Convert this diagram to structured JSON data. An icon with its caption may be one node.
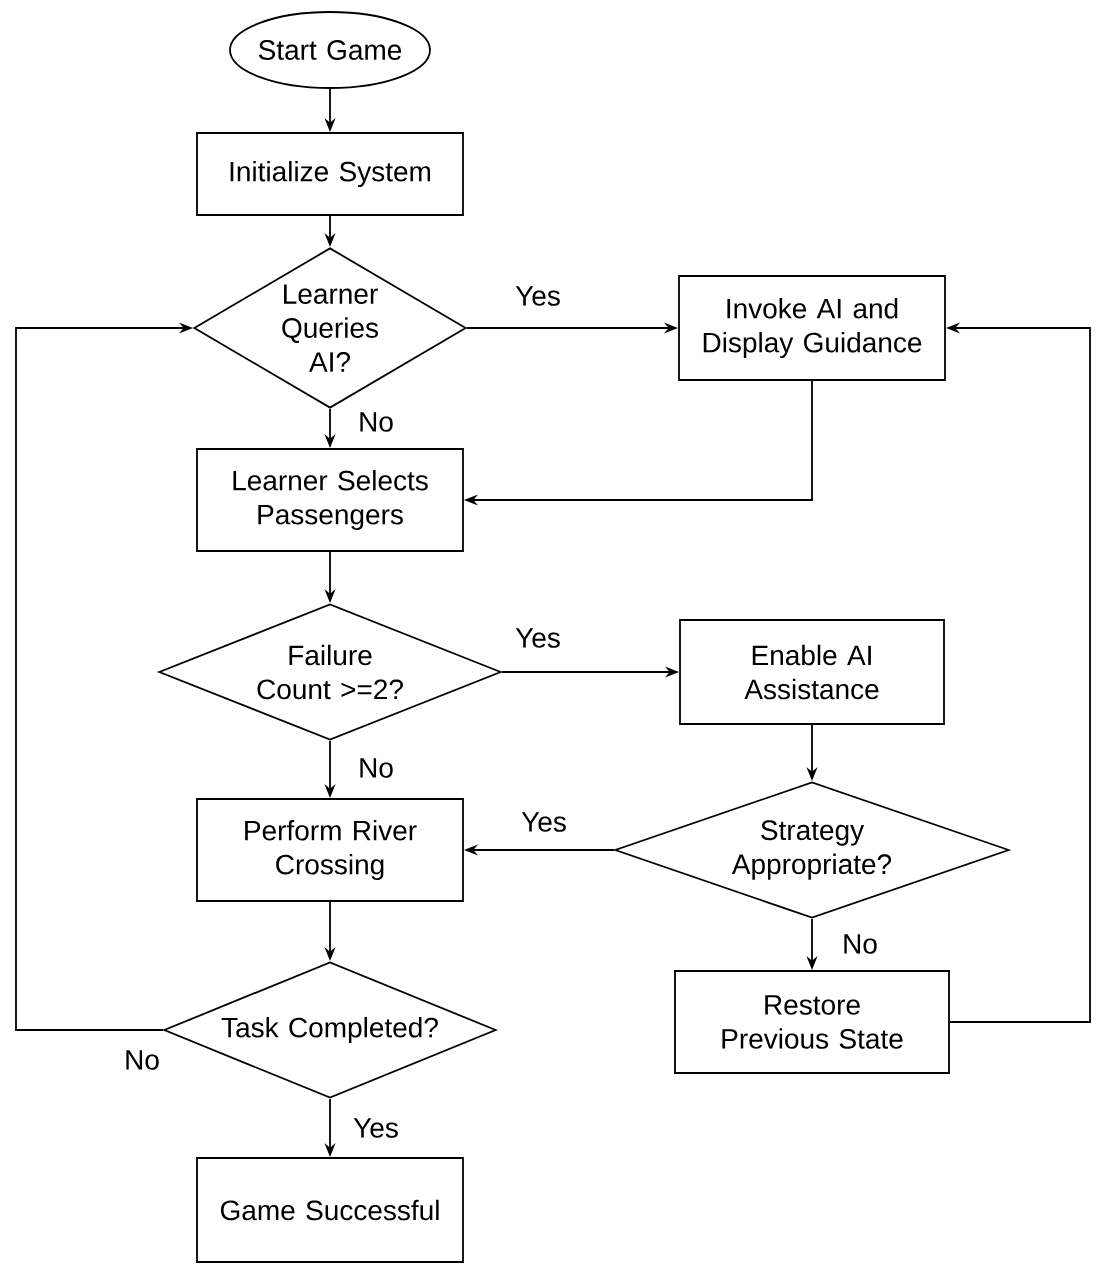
{
  "diagram": {
    "nodes": [
      {
        "text": [
          "Start Game"
        ]
      },
      {
        "text": [
          "Initialize System"
        ]
      },
      {
        "text": [
          "Learner Queries AI?"
        ]
      },
      {
        "text": [
          "Invoke AI and Display Guidance"
        ]
      },
      {
        "text": [
          "Learner Selects Passengers"
        ]
      },
      {
        "text": [
          "Failure Count >=2?"
        ]
      },
      {
        "text": [
          "Enable AI Assistance"
        ]
      },
      {
        "text": [
          "Perform River Crossing"
        ]
      },
      {
        "text": [
          "Strategy Appropriate?"
        ]
      },
      {
        "text": [
          "Task Completed?"
        ]
      },
      {
        "text": [
          "Restore Previous State"
        ]
      },
      {
        "text": [
          "Game Successful"
        ]
      }
    ],
    "edges": [
      {
        "from": 0,
        "to": 1,
        "arrow": "to"
      },
      {
        "from": 1,
        "to": 2,
        "arrow": "to"
      },
      {
        "from": 2,
        "to": 3,
        "arrow": "to",
        "label": "Yes"
      },
      {
        "from": 2,
        "to": 4,
        "arrow": "to",
        "label": "No"
      },
      {
        "from": 3,
        "to": 4,
        "arrow": "to"
      },
      {
        "from": 4,
        "to": 5,
        "arrow": "to"
      },
      {
        "from": 5,
        "to": 6,
        "arrow": "to",
        "label": "Yes"
      },
      {
        "from": 5,
        "to": 7,
        "arrow": "to",
        "label": "No"
      },
      {
        "from": 6,
        "to": 8,
        "arrow": "to"
      },
      {
        "from": 8,
        "to": 7,
        "arrow": "to",
        "label": "Yes"
      },
      {
        "from": 8,
        "to": 10,
        "arrow": "to",
        "label": "No"
      },
      {
        "from": 7,
        "to": 9,
        "arrow": "to"
      },
      {
        "from": 9,
        "to": 11,
        "arrow": "to",
        "label": "Yes"
      },
      {
        "from": 9,
        "to": 2,
        "arrow": "to",
        "label": "No"
      },
      {
        "from": 10,
        "to": 3,
        "arrow": "to"
      }
    ]
  }
}
